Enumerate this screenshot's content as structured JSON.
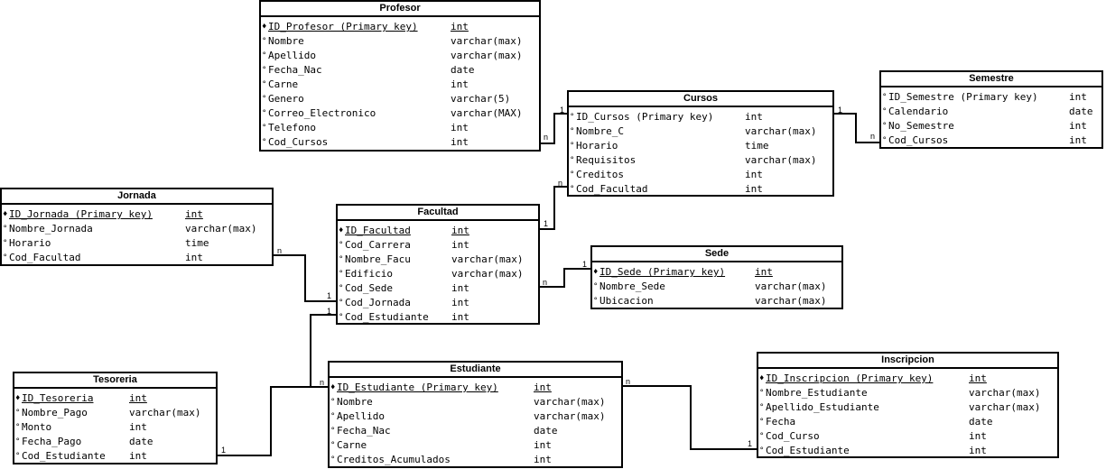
{
  "entities": {
    "profesor": {
      "title": "Profesor",
      "fields": [
        {
          "marker": "♦",
          "name": "ID_Profesor (Primary key)",
          "type": "int"
        },
        {
          "marker": "°",
          "name": "Nombre",
          "type": "varchar(max)"
        },
        {
          "marker": "°",
          "name": "Apellido",
          "type": "varchar(max)"
        },
        {
          "marker": "°",
          "name": "Fecha_Nac",
          "type": "date"
        },
        {
          "marker": "°",
          "name": "Carne",
          "type": "int"
        },
        {
          "marker": "°",
          "name": "Genero",
          "type": "varchar(5)"
        },
        {
          "marker": "°",
          "name": "Correo_Electronico",
          "type": "varchar(MAX)"
        },
        {
          "marker": "°",
          "name": "Telefono",
          "type": "int"
        },
        {
          "marker": "°",
          "name": "Cod_Cursos",
          "type": "int"
        }
      ]
    },
    "cursos": {
      "title": "Cursos",
      "fields": [
        {
          "marker": "°",
          "name": "ID_Cursos (Primary key)",
          "type": "int"
        },
        {
          "marker": "°",
          "name": "Nombre_C",
          "type": "varchar(max)"
        },
        {
          "marker": "°",
          "name": "Horario",
          "type": "time"
        },
        {
          "marker": "°",
          "name": "Requisitos",
          "type": "varchar(max)"
        },
        {
          "marker": "°",
          "name": "Creditos",
          "type": "int"
        },
        {
          "marker": "°",
          "name": "Cod_Facultad",
          "type": "int"
        }
      ]
    },
    "semestre": {
      "title": "Semestre",
      "fields": [
        {
          "marker": "°",
          "name": "ID_Semestre (Primary key)",
          "type": "int"
        },
        {
          "marker": "°",
          "name": "Calendario",
          "type": "date"
        },
        {
          "marker": "°",
          "name": "No_Semestre",
          "type": "int"
        },
        {
          "marker": "°",
          "name": "Cod_Cursos",
          "type": "int"
        }
      ]
    },
    "jornada": {
      "title": "Jornada",
      "fields": [
        {
          "marker": "♦",
          "name": "ID_Jornada (Primary key)",
          "type": "int"
        },
        {
          "marker": "°",
          "name": "Nombre_Jornada",
          "type": "varchar(max)"
        },
        {
          "marker": "°",
          "name": "Horario",
          "type": "time"
        },
        {
          "marker": "°",
          "name": "Cod_Facultad",
          "type": "int"
        }
      ]
    },
    "facultad": {
      "title": "Facultad",
      "fields": [
        {
          "marker": "♦",
          "name": "ID_Facultad",
          "type": "int"
        },
        {
          "marker": "°",
          "name": "Cod_Carrera",
          "type": "int"
        },
        {
          "marker": "°",
          "name": "Nombre_Facu",
          "type": "varchar(max)"
        },
        {
          "marker": "°",
          "name": "Edificio",
          "type": "varchar(max)"
        },
        {
          "marker": "°",
          "name": "Cod_Sede",
          "type": "int"
        },
        {
          "marker": "°",
          "name": "Cod_Jornada",
          "type": "int"
        },
        {
          "marker": "°",
          "name": "Cod_Estudiante",
          "type": "int"
        }
      ]
    },
    "sede": {
      "title": "Sede",
      "fields": [
        {
          "marker": "♦",
          "name": "ID_Sede (Primary key)",
          "type": "int"
        },
        {
          "marker": "°",
          "name": "Nombre_Sede",
          "type": "varchar(max)"
        },
        {
          "marker": "°",
          "name": "Ubicacion",
          "type": "varchar(max)"
        }
      ]
    },
    "tesoreria": {
      "title": "Tesoreria",
      "fields": [
        {
          "marker": "♦",
          "name": "ID_Tesoreria",
          "type": "int"
        },
        {
          "marker": "°",
          "name": "Nombre_Pago",
          "type": "varchar(max)"
        },
        {
          "marker": "°",
          "name": "Monto",
          "type": "int"
        },
        {
          "marker": "°",
          "name": "Fecha_Pago",
          "type": "date"
        },
        {
          "marker": "°",
          "name": "Cod_Estudiante",
          "type": "int"
        }
      ]
    },
    "estudiante": {
      "title": "Estudiante",
      "fields": [
        {
          "marker": "♦",
          "name": "ID_Estudiante (Primary key)",
          "type": "int"
        },
        {
          "marker": "°",
          "name": "Nombre",
          "type": "varchar(max)"
        },
        {
          "marker": "°",
          "name": "Apellido",
          "type": "varchar(max)"
        },
        {
          "marker": "°",
          "name": "Fecha_Nac",
          "type": "date"
        },
        {
          "marker": "°",
          "name": "Carne",
          "type": "int"
        },
        {
          "marker": "°",
          "name": "Creditos_Acumulados",
          "type": "int"
        }
      ]
    },
    "inscripcion": {
      "title": "Inscripcion",
      "fields": [
        {
          "marker": "♦",
          "name": "ID_Inscripcion (Primary key)",
          "type": "int"
        },
        {
          "marker": "°",
          "name": "Nombre_Estudiante",
          "type": "varchar(max)"
        },
        {
          "marker": "°",
          "name": "Apellido_Estudiante",
          "type": "varchar(max)"
        },
        {
          "marker": "°",
          "name": "Fecha",
          "type": "date"
        },
        {
          "marker": "°",
          "name": "Cod_Curso",
          "type": "int"
        },
        {
          "marker": "°",
          "name": "Cod_Estudiante",
          "type": "int"
        }
      ]
    }
  },
  "relationships": [
    {
      "from": "profesor",
      "from_card": "n",
      "to": "cursos",
      "to_card": "1"
    },
    {
      "from": "cursos",
      "from_card": "1",
      "to": "semestre",
      "to_card": "n"
    },
    {
      "from": "cursos",
      "from_card": "n",
      "to": "facultad",
      "to_card": "1"
    },
    {
      "from": "jornada",
      "from_card": "n",
      "to": "facultad",
      "to_card": "1"
    },
    {
      "from": "facultad",
      "from_card": "n",
      "to": "sede",
      "to_card": "1"
    },
    {
      "from": "facultad",
      "from_card": "1",
      "to": "estudiante",
      "to_card": "n"
    },
    {
      "from": "tesoreria",
      "from_card": "1",
      "to": "estudiante",
      "to_card": "n"
    },
    {
      "from": "estudiante",
      "from_card": "n",
      "to": "inscripcion",
      "to_card": "1"
    }
  ]
}
